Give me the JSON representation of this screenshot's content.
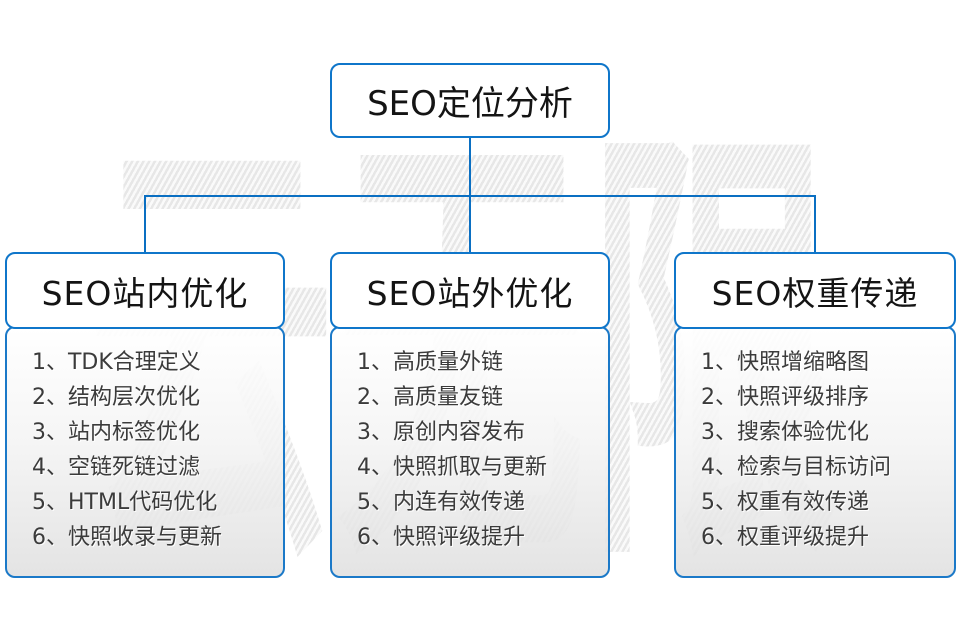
{
  "watermark": "云无限",
  "root": {
    "label": "SEO定位分析"
  },
  "columns": [
    {
      "title": "SEO站内优化",
      "items": [
        "1、TDK合理定义",
        "2、结构层次优化",
        "3、站内标签优化",
        "4、空链死链过滤",
        "5、HTML代码优化",
        "6、快照收录与更新"
      ]
    },
    {
      "title": "SEO站外优化",
      "items": [
        "1、高质量外链",
        "2、高质量友链",
        "3、原创内容发布",
        "4、快照抓取与更新",
        "5、内连有效传递",
        "6、快照评级提升"
      ]
    },
    {
      "title": "SEO权重传递",
      "items": [
        "1、快照增缩略图",
        "2、快照评级排序",
        "3、搜索体验优化",
        "4、检索与目标访问",
        "5、权重有效传递",
        "6、权重评级提升"
      ]
    }
  ],
  "colors": {
    "accent_blue": "#0a6fc2",
    "panel_gray": "#e0e0e0",
    "watermark_gray": "#ebebeb"
  }
}
